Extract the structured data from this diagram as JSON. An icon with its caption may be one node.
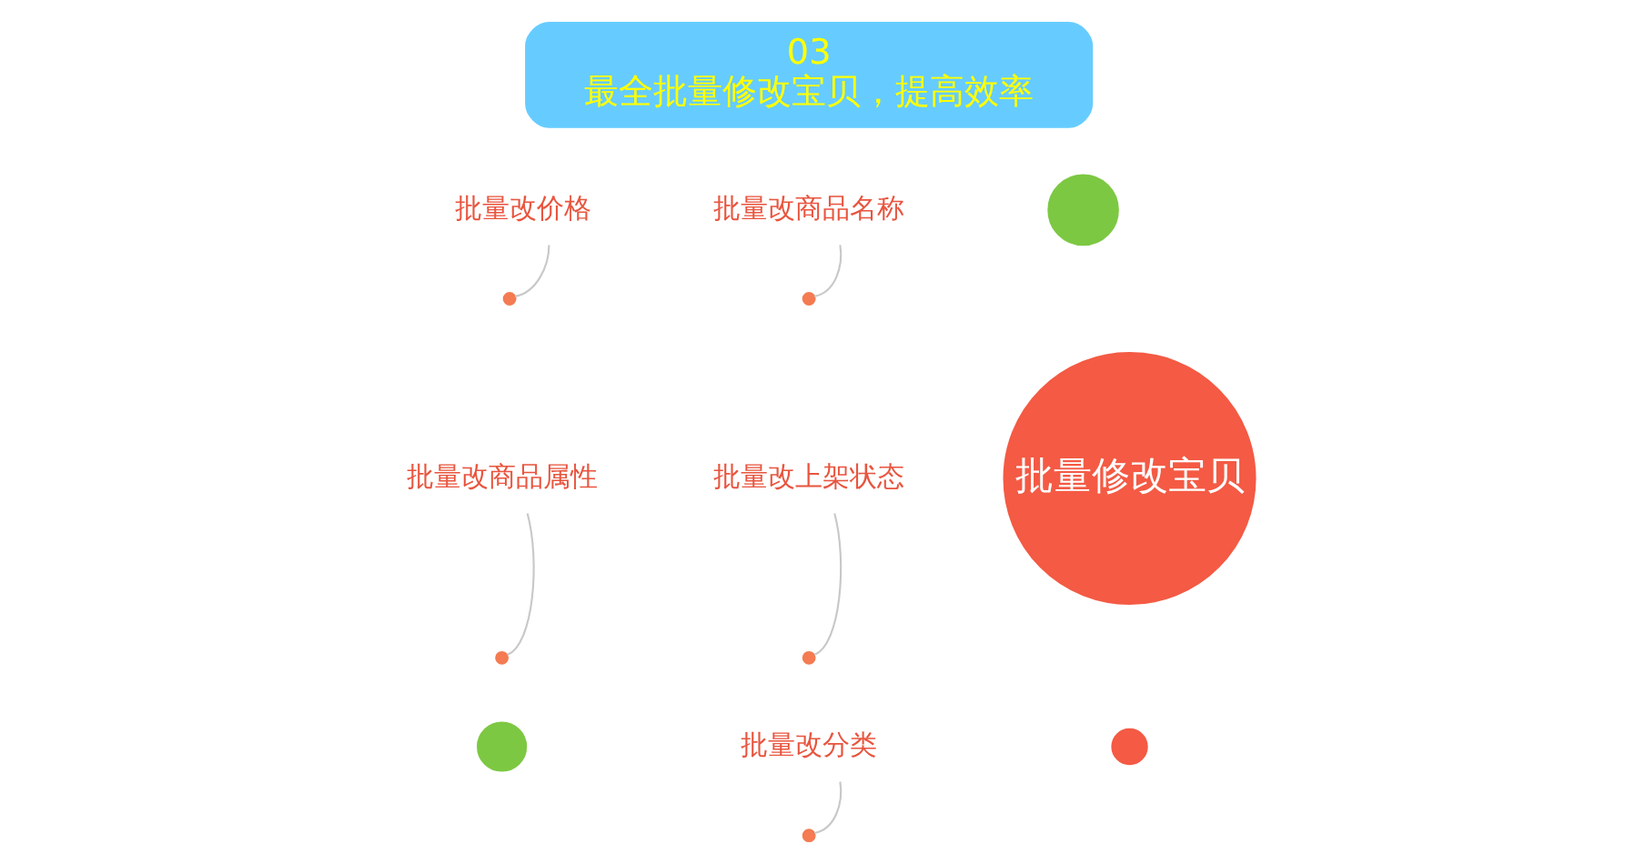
{
  "diagram": {
    "nodes": [
      {
        "text": [
          "03",
          "最全批量修改宝贝，提高效率"
        ]
      },
      {
        "text": [
          "批量改价格"
        ]
      },
      {
        "text": [],
        "shape": "circle"
      },
      {
        "text": [
          "批量改商品名称"
        ]
      },
      {
        "text": [],
        "shape": "circle"
      },
      {
        "text": [],
        "shape": "circle"
      },
      {
        "text": [
          "批量修改宝贝"
        ]
      },
      {
        "text": [
          "批量改上架状态"
        ]
      },
      {
        "text": [],
        "shape": "circle"
      },
      {
        "text": [
          "批量改商品属性"
        ]
      },
      {
        "text": [],
        "shape": "circle"
      },
      {
        "text": [],
        "shape": "circle"
      },
      {
        "text": [],
        "shape": "circle"
      },
      {
        "text": [
          "批量改分类"
        ]
      },
      {
        "text": [],
        "shape": "circle"
      }
    ],
    "edges": [
      {
        "from": 1,
        "to": 2,
        "arrow": "none"
      },
      {
        "from": 3,
        "to": 4,
        "arrow": "none"
      },
      {
        "from": 7,
        "to": 8,
        "arrow": "none"
      },
      {
        "from": 9,
        "to": 10,
        "arrow": "none"
      },
      {
        "from": 13,
        "to": 14,
        "arrow": "none"
      }
    ]
  }
}
